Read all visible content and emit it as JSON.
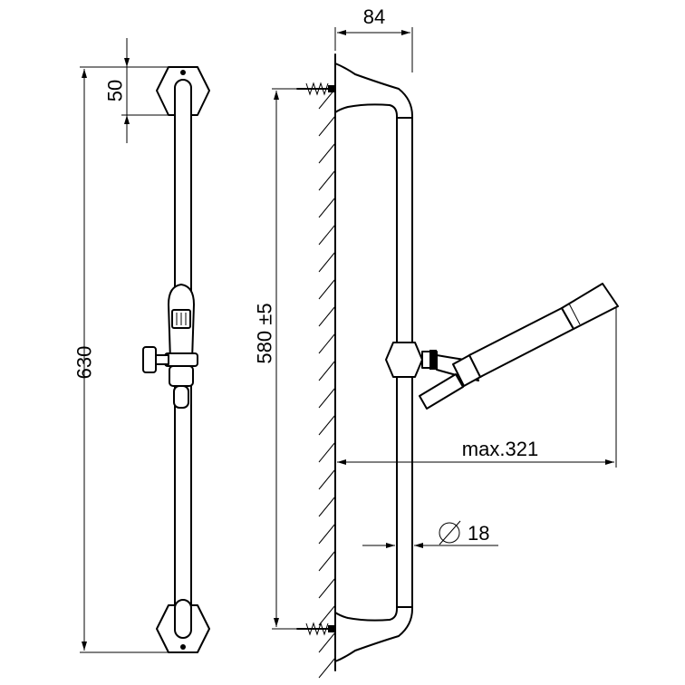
{
  "dimensions": {
    "top_offset": "50",
    "total_length": "630",
    "mount_spacing": "580 ±5",
    "depth": "84",
    "max_reach": "max.321",
    "bar_diameter": "18"
  }
}
